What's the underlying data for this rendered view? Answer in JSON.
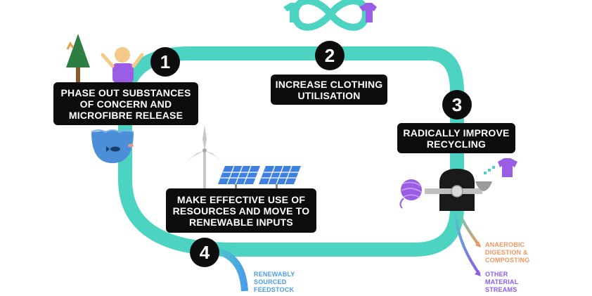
{
  "steps": [
    {
      "number": "1",
      "label": "PHASE OUT SUBSTANCES\nOF CONCERN AND\nMICROFIBRE RELEASE"
    },
    {
      "number": "2",
      "label": "INCREASE CLOTHING\nUTILISATION"
    },
    {
      "number": "3",
      "label": "RADICALLY IMPROVE\nRECYCLING"
    },
    {
      "number": "4",
      "label": "MAKE EFFECTIVE USE OF\nRESOURCES AND MOVE TO\nRENEWABLE INPUTS"
    }
  ],
  "outputs": [
    {
      "label": "ANAEROBIC\nDIGESTION &\nCOMPOSTING",
      "color": "#f0955f"
    },
    {
      "label": "OTHER\nMATERIAL\nSTREAMS",
      "color": "#8a5cf0"
    }
  ],
  "input": {
    "label": "RENEWABLY\nSOURCED\nFEEDSTOCK",
    "color": "#4a9de8"
  },
  "colors": {
    "loop": "#4cd3c2",
    "box": "#0d0d0d",
    "purple": "#9b5de5"
  },
  "icons": [
    "tree-icon",
    "person-icon",
    "water-bowl-icon",
    "fish-icon",
    "infinity-shirts-icon",
    "wind-turbine-icon",
    "solar-panel-icon",
    "yarn-ball-icon",
    "recycling-machine-icon",
    "shirt-icon"
  ]
}
